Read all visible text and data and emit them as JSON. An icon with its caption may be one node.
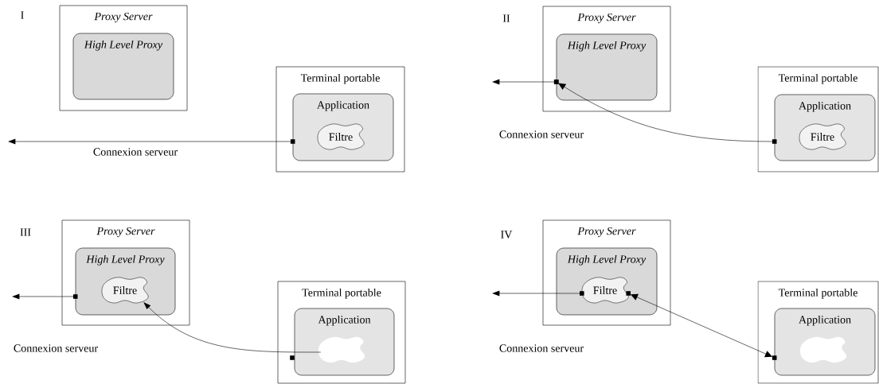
{
  "diagram": {
    "nodes": [
      {
        "text": [
          "Proxy Server"
        ]
      },
      {
        "text": [
          "High Level Proxy"
        ],
        "in": 0
      },
      {
        "text": [
          "Terminal portable"
        ]
      },
      {
        "text": [
          "Application"
        ],
        "in": 2
      },
      {
        "text": [
          "Filtre"
        ],
        "in": 3
      },
      {
        "text": [
          "Proxy Server"
        ]
      },
      {
        "text": [
          "High Level Proxy"
        ],
        "in": 5
      },
      {
        "text": [
          "Terminal portable"
        ]
      },
      {
        "text": [
          "Application"
        ],
        "in": 7
      },
      {
        "text": [
          "Filtre"
        ],
        "in": 8
      },
      {
        "text": [
          "Proxy Server"
        ]
      },
      {
        "text": [
          "High Level Proxy"
        ],
        "in": 10
      },
      {
        "text": [
          "Filtre"
        ],
        "in": 11
      },
      {
        "text": [
          "Terminal portable"
        ]
      },
      {
        "text": [
          "Application"
        ],
        "in": 13
      },
      {
        "text": [],
        "shape": "cloud",
        "in": 14
      },
      {
        "text": [
          "Proxy Server"
        ]
      },
      {
        "text": [
          "High Level Proxy"
        ],
        "in": 16
      },
      {
        "text": [
          "Filtre"
        ],
        "in": 17
      },
      {
        "text": [
          "Terminal portable"
        ]
      },
      {
        "text": [
          "Application"
        ],
        "in": 19
      },
      {
        "text": [],
        "shape": "cloud",
        "in": 20
      }
    ],
    "edges": [
      {
        "from": 3,
        "to": null,
        "arrow": "to",
        "label": "Connexion serveur"
      },
      {
        "from": 6,
        "to": null,
        "arrow": "to",
        "label": "Connexion serveur"
      },
      {
        "from": 8,
        "to": 6,
        "arrow": "to"
      },
      {
        "from": 11,
        "to": null,
        "arrow": "to",
        "label": "Connexion serveur"
      },
      {
        "from": 15,
        "to": 12,
        "arrow": "to"
      },
      {
        "from": 18,
        "to": null,
        "arrow": "to",
        "label": "Connexion serveur"
      },
      {
        "from": 20,
        "to": 18,
        "arrow": "both"
      }
    ],
    "labels": [
      "I",
      "II",
      "III",
      "IV"
    ]
  }
}
